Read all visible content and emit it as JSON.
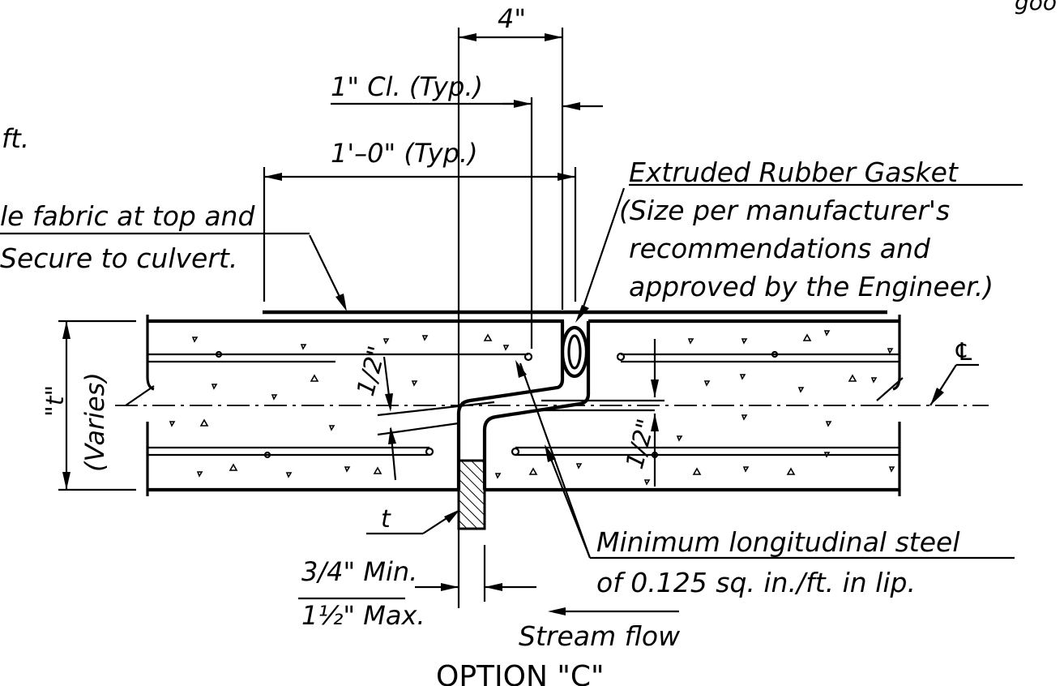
{
  "labels": {
    "top_dim": "4\"",
    "clear_cover": "1\" Cl. (Typ.)",
    "lap_length": "1'–0\" (Typ.)",
    "ft_fragment": "ft.",
    "fabric_line1": "le fabric at top and",
    "fabric_line2": "Secure to culvert.",
    "gasket_line1": "Extruded Rubber Gasket",
    "gasket_line2": "(Size per manufacturer's",
    "gasket_line3": "recommendations and",
    "gasket_line4": "approved by the Engineer.)",
    "thickness": "\"t\"",
    "varies": "(Varies)",
    "half_left": "1/2\"",
    "half_right": "1/2\"",
    "centerline": "℄",
    "t_small": "t",
    "min_steel_line1": "Minimum longitudinal steel",
    "min_steel_line2": "of 0.125 sq. in./ft. in lip.",
    "gap_min": "3/4\" Min.",
    "gap_max": "1½\" Max.",
    "stream_flow": "Stream flow",
    "option_title": "OPTION \"C\"",
    "corner_fragment": "goo"
  }
}
